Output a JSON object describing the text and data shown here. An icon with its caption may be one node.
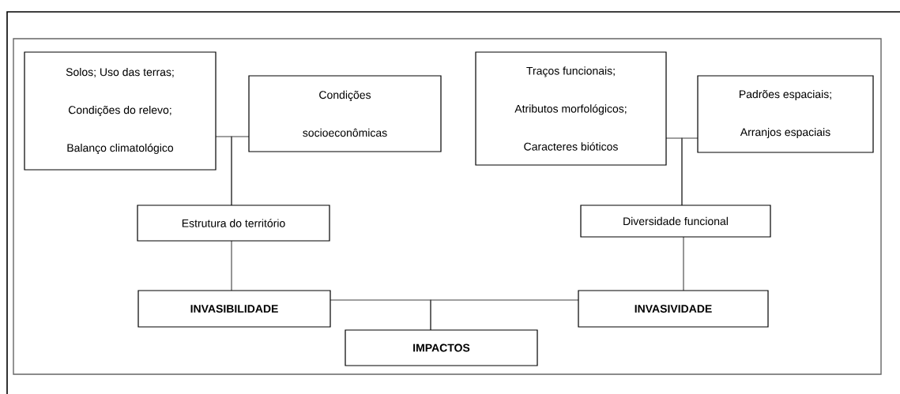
{
  "diagram": {
    "nodes": [
      {
        "text": [
          "Solos; Uso das terras;",
          "Condições do relevo;",
          "Balanço climatológico"
        ]
      },
      {
        "text": [
          "Condições socioeconômicas"
        ]
      },
      {
        "text": [
          "Estrutura do território"
        ]
      },
      {
        "text": [
          "INVASIBILIDADE"
        ]
      },
      {
        "text": [
          "IMPACTOS"
        ]
      },
      {
        "text": [
          "Traços funcionais;",
          "Atributos morfológicos;",
          "Caracteres bióticos"
        ]
      },
      {
        "text": [
          "Padrões espaciais;",
          "Arranjos espaciais"
        ]
      },
      {
        "text": [
          "Diversidade funcional"
        ]
      },
      {
        "text": [
          "INVASIVIDADE"
        ]
      }
    ],
    "edges": [
      {
        "from": 0,
        "to": 2,
        "arrow": "none"
      },
      {
        "from": 1,
        "to": 2,
        "arrow": "none"
      },
      {
        "from": 2,
        "to": 3,
        "arrow": "none"
      },
      {
        "from": 5,
        "to": 7,
        "arrow": "none"
      },
      {
        "from": 6,
        "to": 7,
        "arrow": "none"
      },
      {
        "from": 7,
        "to": 8,
        "arrow": "none"
      },
      {
        "from": 3,
        "to": 4,
        "arrow": "none"
      },
      {
        "from": 8,
        "to": 4,
        "arrow": "none"
      }
    ]
  }
}
